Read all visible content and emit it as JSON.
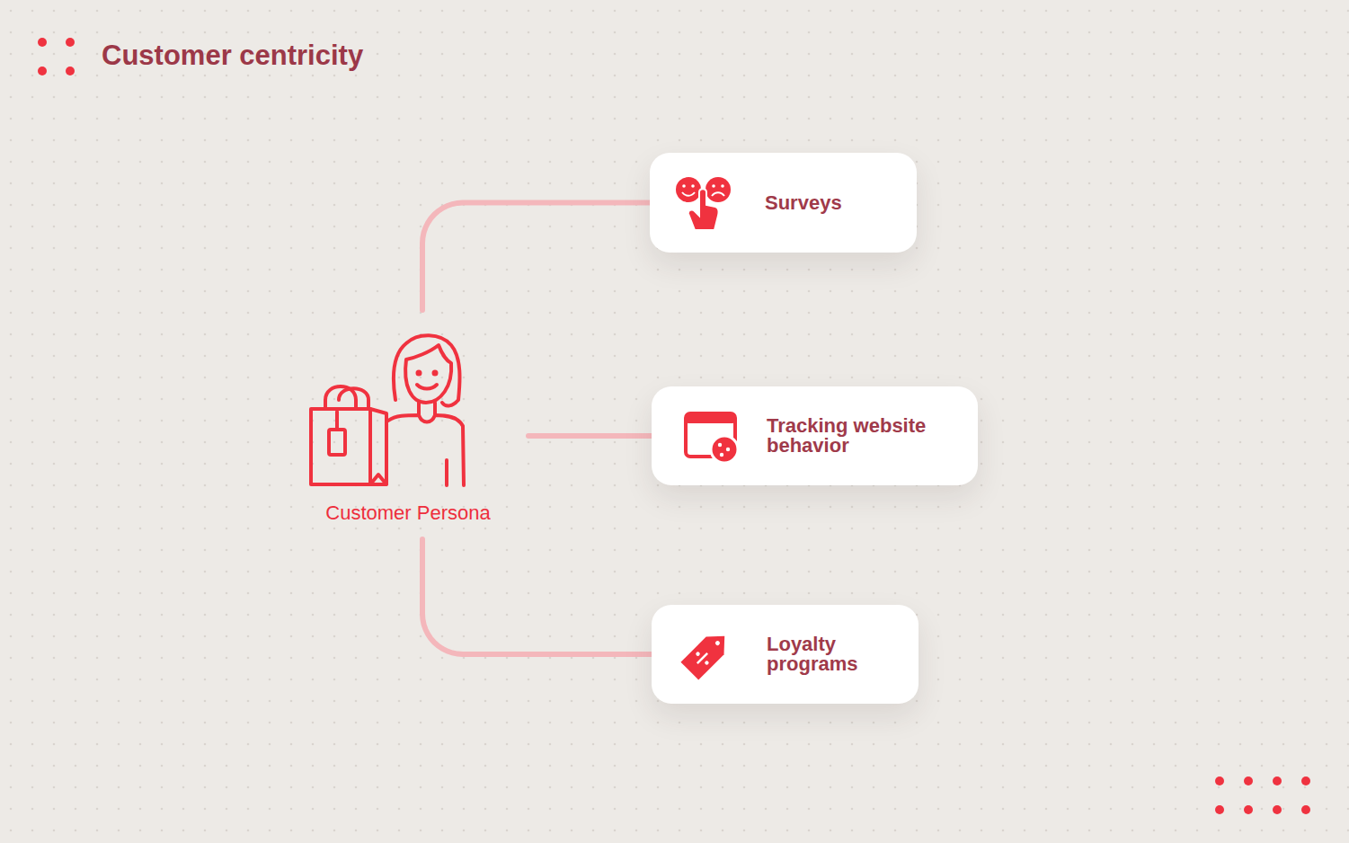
{
  "diagram": {
    "title": "Customer centricity",
    "nodes": [
      {
        "text": [
          "Customer Persona"
        ]
      },
      {
        "text": [
          "Surveys"
        ]
      },
      {
        "text": [
          "Tracking website behavior"
        ]
      },
      {
        "text": [
          "Loyalty programs"
        ]
      }
    ],
    "edges": [
      {
        "from": 0,
        "to": 1,
        "arrow": "none"
      },
      {
        "from": 0,
        "to": 2,
        "arrow": "none"
      },
      {
        "from": 0,
        "to": 3,
        "arrow": "none"
      }
    ]
  }
}
